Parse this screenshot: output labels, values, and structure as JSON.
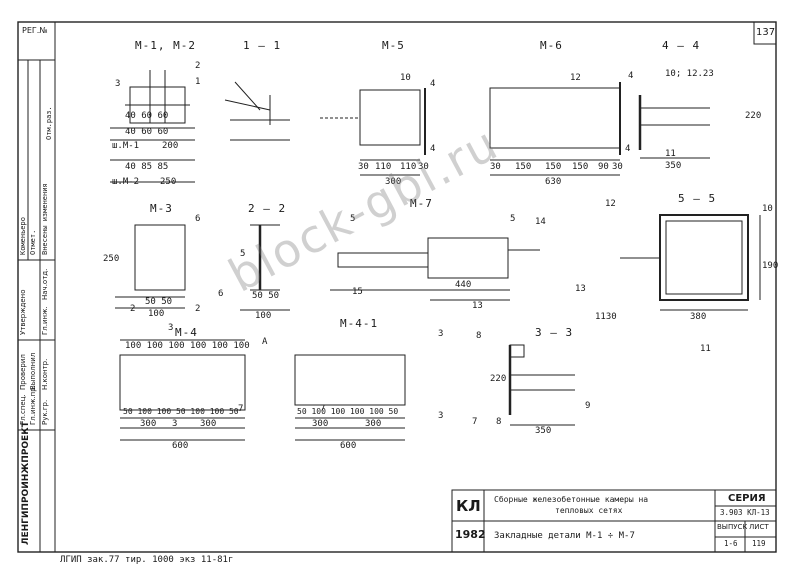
{
  "frame": {
    "reg_label": "РЕГ.№",
    "sheet_corner": "137"
  },
  "views": {
    "m1m2_title": "М-1, М-2",
    "sec11_title": "1 — 1",
    "m5_title": "М-5",
    "m6_title": "М-6",
    "sec44_title": "4 — 4",
    "m3_title": "М-3",
    "sec22_title": "2 — 2",
    "m7_title": "М-7",
    "sec55_title": "5 — 5",
    "m4_title": "М-4",
    "m41_title": "М-4-1",
    "sec33_title": "3 — 3"
  },
  "dims": {
    "m1_200": "200",
    "m1_label": "ш.М-1",
    "m2_label": "ш.М-2",
    "m2_250": "250",
    "m1_row": "40 60 60",
    "m2_row": "40 85 85",
    "m1_row2": "40 60 60",
    "m5_300": "300",
    "m5_30": "30",
    "m5_110": "110",
    "m5_110b": "110",
    "m5_30b": "30",
    "m6_630": "630",
    "m6_30": "30",
    "m6_150a": "150",
    "m6_150b": "150",
    "m6_150c": "150",
    "m6_90": "90",
    "m6_30b": "30",
    "s44_350": "350",
    "s44_220": "220",
    "s44_note": "10; 12.23",
    "m3_100": "100",
    "m3_250": "250",
    "m3_5050": "50 50",
    "s22_100": "100",
    "s22_50": "50 50",
    "m7_440": "440",
    "m7_1130": "1130",
    "s55_10": "10",
    "s55_190": "190",
    "s55_380": "380",
    "m4_100s": "100 100 100 100 100 100",
    "m4_300a": "300",
    "m4_300b": "300",
    "m4_600": "600",
    "m4_50s": "50 100 100 50 100 100 50",
    "m41_300a": "300",
    "m41_300b": "300",
    "m41_600": "600",
    "m41_50s": "50 100 100 100 100 50",
    "s33_350": "350",
    "s33_220": "220"
  },
  "callouts": {
    "c1": "1",
    "c2": "2",
    "c3": "3",
    "c10": "10",
    "c12a": "12",
    "c6a": "6",
    "c5": "5",
    "c6b": "6",
    "c14": "14",
    "c15": "15",
    "c13a": "13",
    "c13b": "13",
    "c12b": "12",
    "c11a": "11",
    "c11b": "11",
    "c7a": "7",
    "c7b": "7",
    "c7c": "7",
    "c8a": "8",
    "c8b": "8",
    "cA": "А",
    "c9": "9"
  },
  "section_marks": {
    "s4a": "4",
    "s4b": "4",
    "s4c": "4",
    "s4d": "4",
    "s5a": "5",
    "s5b": "5",
    "s2a": "2",
    "s2b": "2",
    "s3a": "3",
    "s3b": "3",
    "s3c": "3",
    "s3d": "3"
  },
  "left_stamp": {
    "row1": "Коменьеро",
    "row2": "Отмет.",
    "row3": "Внесены изменения",
    "row4": "Отм.раз.",
    "approved": "Утверждено",
    "roles": [
      "Гл.инж.",
      "Нач.отд.",
      "Гл.спец.",
      "Гл.инж.пр.",
      "Рук.гр.",
      "Проверил",
      "Выполнил",
      "Н.контр."
    ],
    "org": "ЛЕНГИПРОИНЖПРОЕКТ"
  },
  "title_block": {
    "code_big": "КЛ",
    "year": "1982",
    "title_line1": "Сборные железобетонные камеры на",
    "title_line2": "тепловых сетях",
    "subtitle": "Закладные детали  М-1 ÷ М-7",
    "series_label": "СЕРИЯ",
    "series_value": "3.903 КЛ-13",
    "issue_label": "ВЫПУСК",
    "issue_value": "1-6",
    "sheet_label": "ЛИСТ",
    "sheet_value": "119"
  },
  "footer": {
    "note": "ЛГИП  зак.77  тир. 1000 экз  11-81г"
  },
  "watermark": "block-gbi.ru"
}
